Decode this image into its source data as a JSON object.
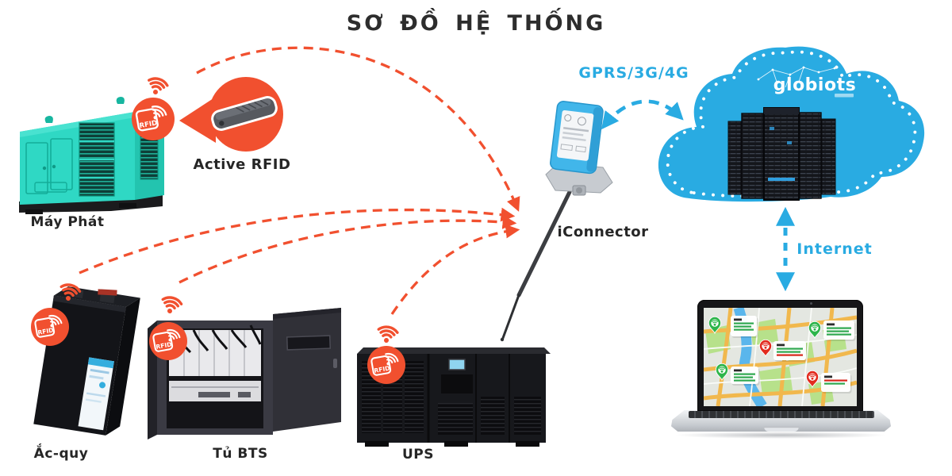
{
  "title": "SƠ ĐỒ HỆ THỐNG",
  "labels": {
    "generator": "Máy Phát",
    "active_rfid": "Active RFID",
    "battery": "Ắc-quy",
    "bts_cabinet": "Tủ BTS",
    "ups": "UPS",
    "iconnector": "iConnector",
    "gprs": "GPRS/3G/4G",
    "internet": "Internet",
    "rfid": "RFID",
    "cloud_brand": "globiots"
  },
  "colors": {
    "accent_orange": "#F1502F",
    "accent_blue": "#29ABE2",
    "generator_teal": "#2FD8C4",
    "pin_green": "#2DB54A",
    "pin_red": "#E22B1E",
    "title_text": "#2D2D2D"
  },
  "connections": [
    {
      "from": "Máy Phát",
      "to": "iConnector",
      "style": "dashed-orange"
    },
    {
      "from": "Ắc-quy",
      "to": "iConnector",
      "style": "dashed-orange"
    },
    {
      "from": "Tủ BTS",
      "to": "iConnector",
      "style": "dashed-orange"
    },
    {
      "from": "UPS",
      "to": "iConnector",
      "style": "dashed-orange"
    },
    {
      "from": "iConnector",
      "to": "globiots cloud",
      "style": "dashed-blue-bidirectional",
      "label": "GPRS/3G/4G"
    },
    {
      "from": "globiots cloud",
      "to": "laptop map",
      "style": "dashed-blue-bidirectional",
      "label": "Internet"
    }
  ],
  "map": {
    "pins": [
      {
        "id": "pin-1",
        "status": "normal",
        "color": "green",
        "card_lines": [
          "green",
          "green",
          "green"
        ]
      },
      {
        "id": "pin-2",
        "status": "normal",
        "color": "green",
        "card_lines": [
          "green",
          "green",
          "green"
        ]
      },
      {
        "id": "pin-3",
        "status": "alert",
        "color": "red",
        "card_lines": [
          "green",
          "green",
          "red"
        ]
      },
      {
        "id": "pin-4",
        "status": "normal",
        "color": "green",
        "card_lines": [
          "green",
          "green",
          "green"
        ]
      },
      {
        "id": "pin-5",
        "status": "alert",
        "color": "red",
        "card_lines": [
          "red",
          "green"
        ]
      }
    ]
  }
}
